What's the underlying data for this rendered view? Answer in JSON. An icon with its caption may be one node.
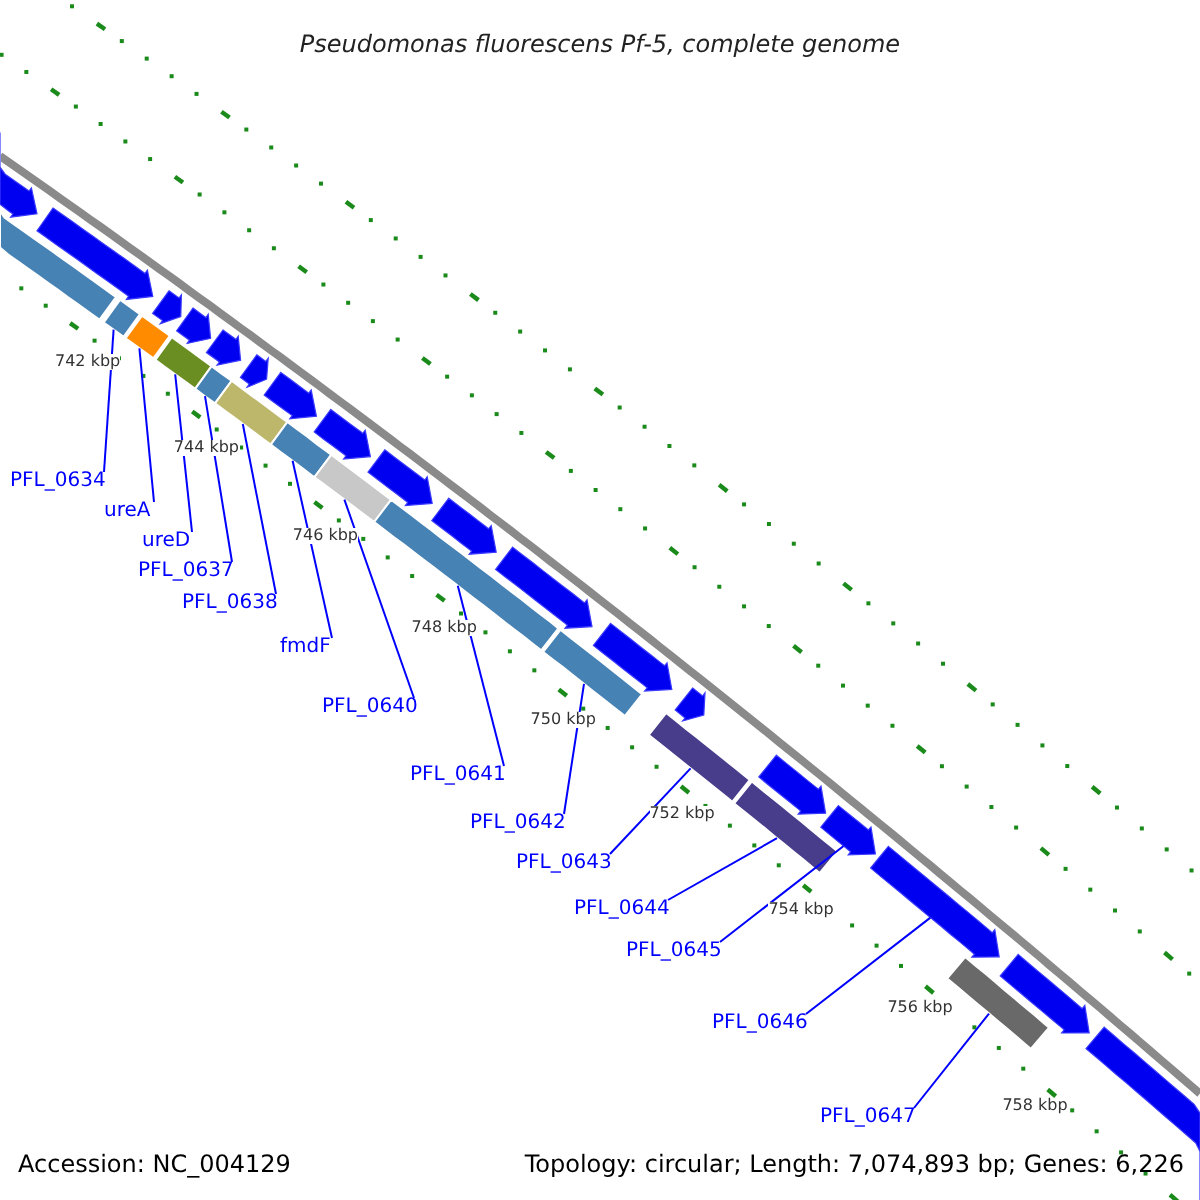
{
  "diagram": {
    "title": "Pseudomonas fluorescens Pf-5, complete genome",
    "nodes": [
      {
        "text": [
          "PFL_0634"
        ]
      },
      {
        "text": [
          "ureA"
        ]
      },
      {
        "text": [
          "ureD"
        ]
      },
      {
        "text": [
          "PFL_0637"
        ]
      },
      {
        "text": [
          "PFL_0638"
        ]
      },
      {
        "text": [
          "fmdF"
        ]
      },
      {
        "text": [
          "PFL_0640"
        ]
      },
      {
        "text": [
          "PFL_0641"
        ]
      },
      {
        "text": [
          "PFL_0642"
        ]
      },
      {
        "text": [
          "PFL_0643"
        ]
      },
      {
        "text": [
          "PFL_0644"
        ]
      },
      {
        "text": [
          "PFL_0645"
        ]
      },
      {
        "text": [
          "PFL_0646"
        ]
      },
      {
        "text": [
          "PFL_0647"
        ]
      },
      {
        "text": [],
        "shape": "bar"
      },
      {
        "text": [],
        "shape": "arrow"
      },
      {
        "text": [],
        "shape": "arrow"
      },
      {
        "text": [],
        "shape": "bar"
      },
      {
        "text": [],
        "shape": "bar"
      },
      {
        "text": [],
        "shape": "arrow"
      },
      {
        "text": [],
        "shape": "bar"
      },
      {
        "text": [],
        "shape": "arrow"
      },
      {
        "text": [],
        "shape": "arrow"
      },
      {
        "text": [],
        "shape": "bar"
      },
      {
        "text": [],
        "shape": "bar"
      },
      {
        "text": [],
        "shape": "arrow"
      },
      {
        "text": [],
        "shape": "arrow"
      },
      {
        "text": [],
        "shape": "bar"
      },
      {
        "text": [],
        "shape": "arrow"
      },
      {
        "text": [],
        "shape": "bar"
      },
      {
        "text": [],
        "shape": "arrow"
      },
      {
        "text": [],
        "shape": "bar"
      },
      {
        "text": [],
        "shape": "arrow"
      },
      {
        "text": [],
        "shape": "arrow"
      },
      {
        "text": [],
        "shape": "bar"
      },
      {
        "text": [],
        "shape": "arrow"
      },
      {
        "text": [],
        "shape": "bar"
      },
      {
        "text": [],
        "shape": "arrow"
      },
      {
        "text": [],
        "shape": "bar"
      },
      {
        "text": [],
        "shape": "arrow"
      },
      {
        "text": [],
        "shape": "arrow"
      },
      {
        "text": [],
        "shape": "arrow"
      },
      {
        "text": [],
        "shape": "bar"
      },
      {
        "text": [],
        "shape": "arrow"
      },
      {
        "text": [],
        "shape": "arrow"
      }
    ],
    "edges": [
      {
        "from": 0,
        "to": 17,
        "arrow": "none"
      },
      {
        "from": 1,
        "to": 18,
        "arrow": "none"
      },
      {
        "from": 2,
        "to": 20,
        "arrow": "none"
      },
      {
        "from": 3,
        "to": 23,
        "arrow": "none"
      },
      {
        "from": 4,
        "to": 24,
        "arrow": "none"
      },
      {
        "from": 5,
        "to": 27,
        "arrow": "none"
      },
      {
        "from": 6,
        "to": 29,
        "arrow": "none"
      },
      {
        "from": 7,
        "to": 31,
        "arrow": "none"
      },
      {
        "from": 8,
        "to": 34,
        "arrow": "none"
      },
      {
        "from": 9,
        "to": 36,
        "arrow": "none"
      },
      {
        "from": 10,
        "to": 38,
        "arrow": "none"
      },
      {
        "from": 11,
        "to": 40,
        "arrow": "none"
      },
      {
        "from": 12,
        "to": 41,
        "arrow": "none"
      },
      {
        "from": 13,
        "to": 42,
        "arrow": "none"
      }
    ],
    "labels": [
      "742 kbp",
      "744 kbp",
      "746 kbp",
      "748 kbp",
      "750 kbp",
      "752 kbp",
      "754 kbp",
      "756 kbp",
      "758 kbp",
      "Accession: NC_004129",
      "Topology: circular; Length: 7,074,893 bp; Genes: 6,226"
    ]
  }
}
